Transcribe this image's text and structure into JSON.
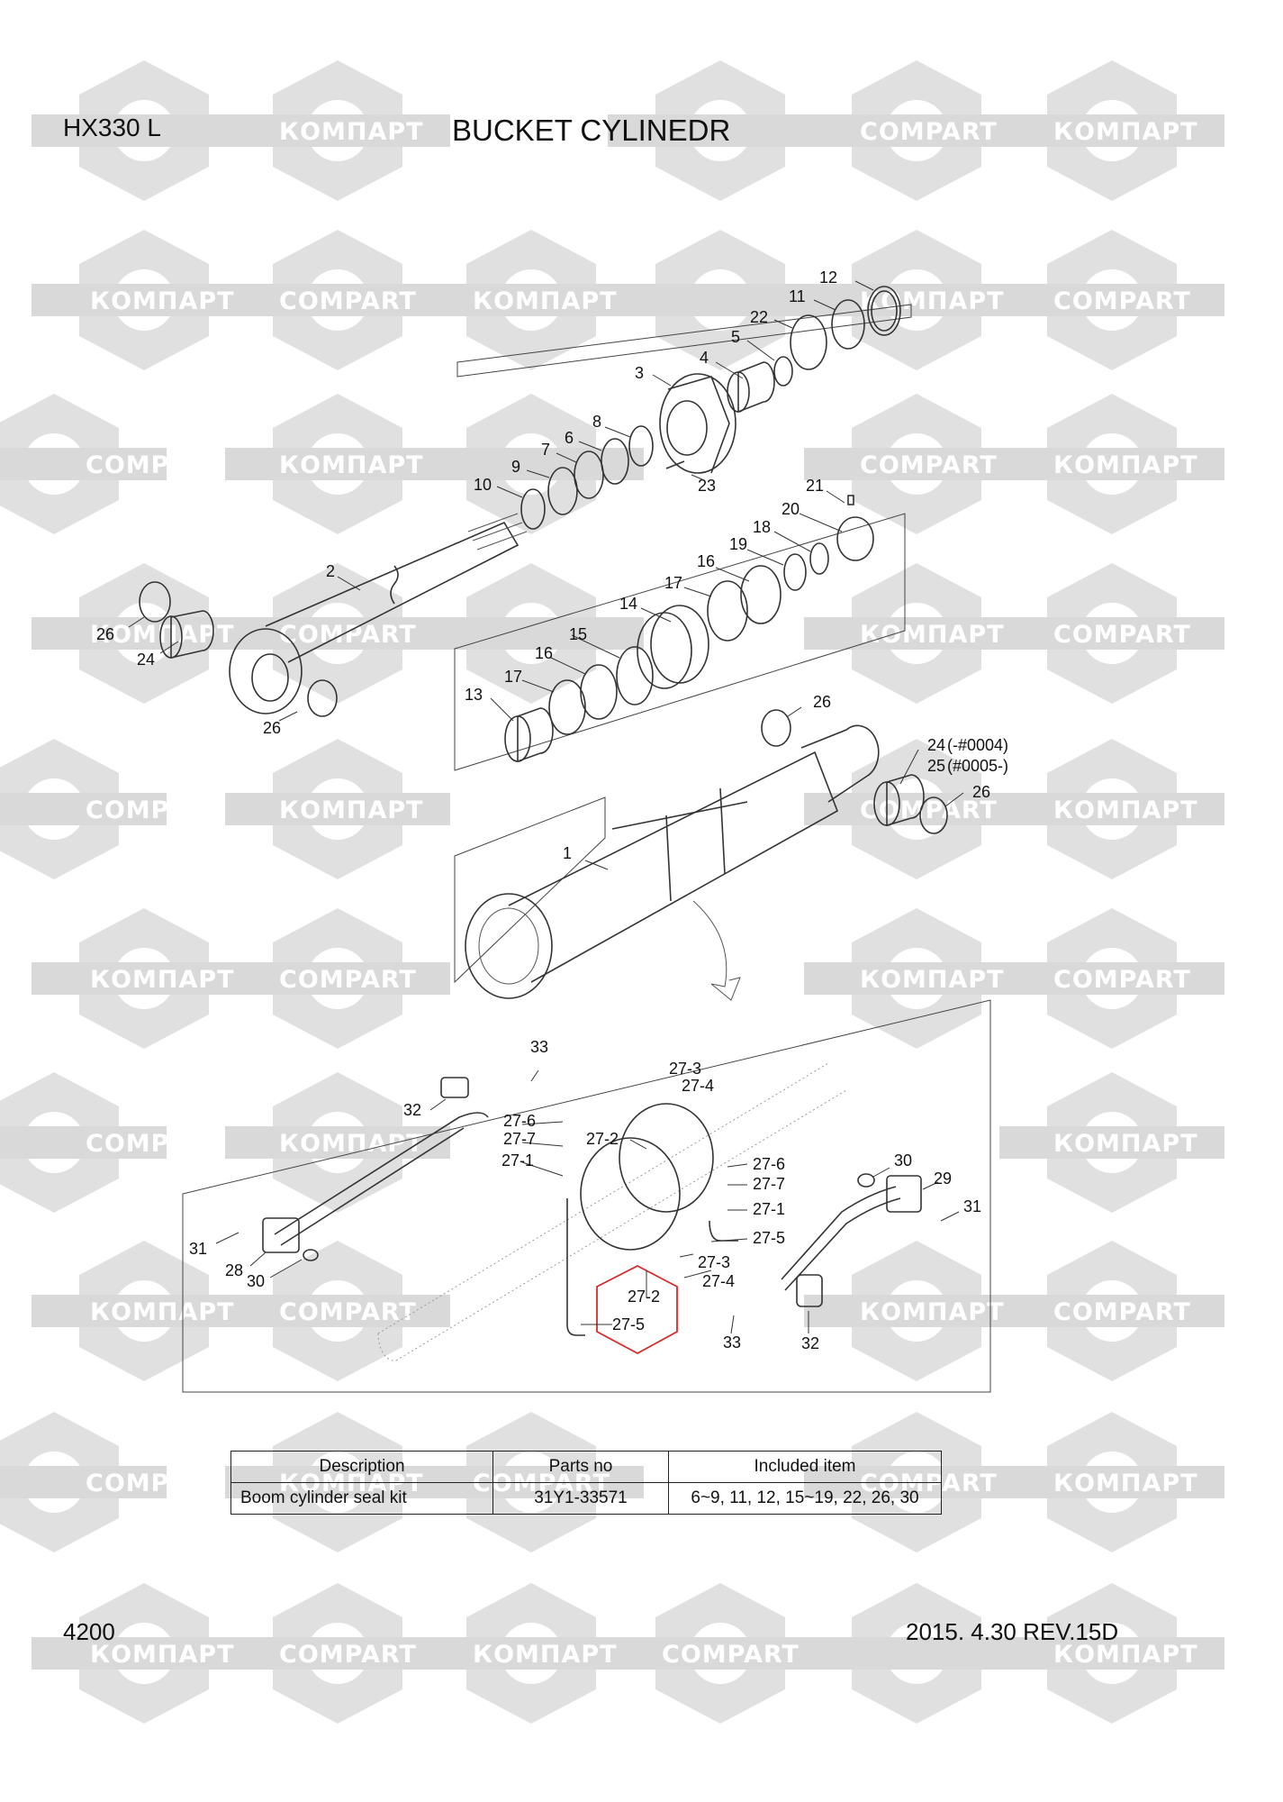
{
  "header": {
    "model": "HX330 L",
    "title": "BUCKET CYLINEDR"
  },
  "watermark": {
    "text_cyrillic": "КОМПАРТ",
    "text_latin": "COMPART",
    "color": "#d9d9d9"
  },
  "callouts": {
    "n1": "1",
    "n2": "2",
    "n3": "3",
    "n4": "4",
    "n5": "5",
    "n6": "6",
    "n7": "7",
    "n8": "8",
    "n9": "9",
    "n10": "10",
    "n11": "11",
    "n12": "12",
    "n13": "13",
    "n14": "14",
    "n15": "15",
    "n16a": "16",
    "n16b": "16",
    "n17a": "17",
    "n17b": "17",
    "n18": "18",
    "n19": "19",
    "n20": "20",
    "n21": "21",
    "n22": "22",
    "n23": "23",
    "n24a": "24",
    "n24b": "24",
    "n25": "25",
    "n24b_note": "(-#0004)",
    "n25_note": "(#0005-)",
    "n26a": "26",
    "n26b": "26",
    "n26c": "26",
    "n26d": "26",
    "d33a": "33",
    "d32a": "32",
    "d276a": "27-6",
    "d277a": "27-7",
    "d271a": "27-1",
    "d272a": "27-2",
    "d273a": "27-3",
    "d274a": "27-4",
    "d276b": "27-6",
    "d277b": "27-7",
    "d271b": "27-1",
    "d275a": "27-5",
    "d30a": "30",
    "d29": "29",
    "d31a": "31",
    "d31b": "31",
    "d28": "28",
    "d30b": "30",
    "d273b": "27-3",
    "d274b": "27-4",
    "d272b": "27-2",
    "d275b": "27-5",
    "d33b": "33",
    "d32b": "32"
  },
  "kit_table": {
    "headers": [
      "Description",
      "Parts no",
      "Included item"
    ],
    "rows": [
      [
        "Boom cylinder seal kit",
        "31Y1-33571",
        "6~9, 11, 12, 15~19, 22, 26, 30"
      ]
    ]
  },
  "footer": {
    "page": "4200",
    "date_rev": "2015. 4.30  REV.15D"
  },
  "colors": {
    "highlight": "#d62b2b",
    "line": "#333333"
  }
}
